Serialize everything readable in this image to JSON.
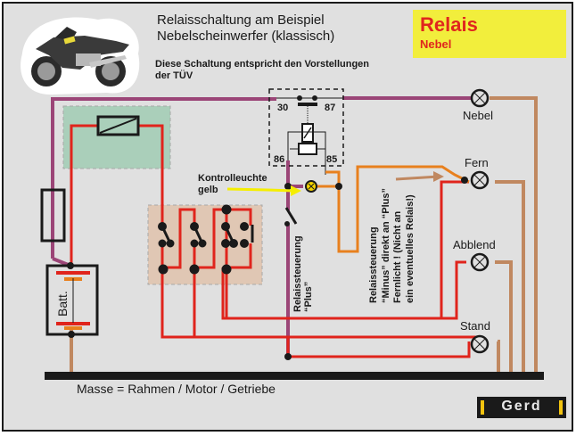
{
  "header": {
    "title_line1": "Relaisschaltung am Beispiel",
    "title_line2": "Nebelscheinwerfer (klassisch)",
    "subtitle_line1": "Diese Schaltung entspricht den Vorstellungen",
    "subtitle_line2": "der TÜV"
  },
  "badge": {
    "title": "Relais",
    "subtitle": "Nebel",
    "background": "#f2ee3c",
    "text_color": "#e0261e"
  },
  "relay": {
    "terminals": [
      "30",
      "87",
      "86",
      "85"
    ]
  },
  "lamps": [
    {
      "id": "nebel",
      "label": "Nebel"
    },
    {
      "id": "fern",
      "label": "Fern"
    },
    {
      "id": "abblend",
      "label": "Abblend"
    },
    {
      "id": "stand",
      "label": "Stand"
    }
  ],
  "annotations": {
    "indicator_line1": "Kontrolleuchte",
    "indicator_line2": "gelb",
    "plus_control_line1": "Relaissteuerung",
    "plus_control_line2": "“Plus”",
    "minus_note_line1": "Relaissteuerung",
    "minus_note_line2": "“Minus” direkt an “Plus”",
    "minus_note_line3": "Fernlicht ! (Nicht an",
    "minus_note_line4": "ein eventuelles Relais!)"
  },
  "battery": {
    "label": "Batt."
  },
  "ground": {
    "label": "Masse = Rahmen / Motor / Getriebe"
  },
  "logo": {
    "text": "Gerd"
  },
  "wire_colors": {
    "plus_switched": "#9b4577",
    "plus": "#e0241c",
    "ground": "#c08860",
    "control": "#e8801e",
    "indicator": "#f5d400",
    "fuse_box_bg": "#aacfba",
    "switch_box_bg": "#e0c7b4"
  }
}
